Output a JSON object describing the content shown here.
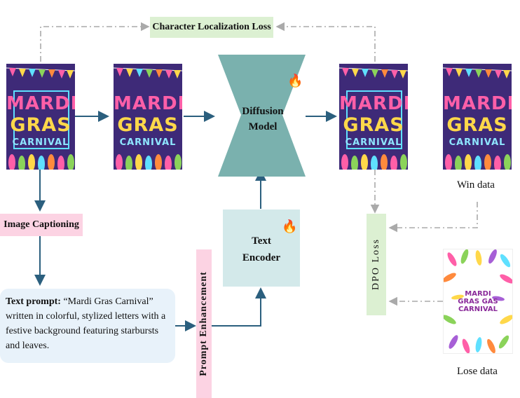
{
  "labels": {
    "char_loss": "Character Localization Loss",
    "diffusion_line1": "Diffusion",
    "diffusion_line2": "Model",
    "text_encoder_line1": "Text",
    "text_encoder_line2": "Encoder",
    "image_captioning": "Image Captioning",
    "prompt_enhancement": "Prompt Enhancement",
    "dpo_loss": "DPO Loss",
    "win_data": "Win data",
    "lose_data": "Lose data"
  },
  "text_prompt": {
    "label": "Text prompt:",
    "body": "“Mardi Gras Carnival” written in colorful, stylized letters with a festive background featuring starbursts and leaves."
  },
  "poster": {
    "line1": "MARDI",
    "line2": "GRAS",
    "line3": "CARNIVAL"
  },
  "lose_poster": {
    "line1": "MARDI",
    "line2": "GRAS GAS",
    "line3": "CARNIVAL"
  },
  "icons": {
    "trainable": "fire-icon"
  },
  "colors": {
    "char_loss_bg": "#dcf0d2",
    "diffusion_fill": "#7ab1ae",
    "text_encoder_bg": "#d3e9ea",
    "captioning_bg": "#fcd3e3",
    "prompt_enh_bg": "#fcd3e3",
    "dpo_bg": "#dcf0d2",
    "prompt_box_bg": "#e8f2fa",
    "arrow": "#2b5f7e",
    "dashed": "#aaaaaa"
  }
}
